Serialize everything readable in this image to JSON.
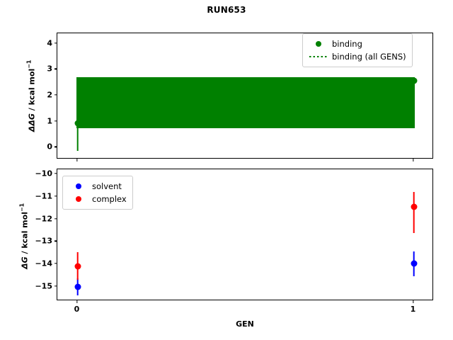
{
  "title": "RUN653",
  "colors": {
    "binding": "#008000",
    "solvent": "#0000ff",
    "complex": "#ff0000",
    "axis": "#000000",
    "background": "#ffffff"
  },
  "xaxis": {
    "label": "GEN",
    "ticks": [
      "0",
      "1"
    ],
    "tick_values": [
      0,
      1
    ],
    "range": [
      -0.06,
      1.06
    ]
  },
  "top_plot": {
    "ylabel_prefix": "",
    "ylabel_symbol": "ΔΔG",
    "ylabel_units": " / kcal mol",
    "ylabel_exponent": "−1",
    "ylabel_full": "ΔΔG / kcal mol⁻¹",
    "yticks": [
      "0",
      "1",
      "2",
      "3",
      "4"
    ],
    "ytick_values": [
      0,
      1,
      2,
      3,
      4
    ],
    "ylim": [
      -0.45,
      4.4
    ],
    "legend": {
      "position": "upper right",
      "entries": [
        {
          "label": "binding",
          "marker": "circle",
          "color": "#008000"
        },
        {
          "label": "binding (all GENS)",
          "marker": "dotted-line",
          "color": "#008000"
        }
      ]
    }
  },
  "bottom_plot": {
    "ylabel_symbol": "ΔG",
    "ylabel_units": " / kcal mol",
    "ylabel_exponent": "−1",
    "ylabel_full": "ΔG / kcal mol⁻¹",
    "yticks": [
      "−10",
      "−11",
      "−12",
      "−13",
      "−14",
      "−15"
    ],
    "ytick_values": [
      -10,
      -11,
      -12,
      -13,
      -14,
      -15
    ],
    "ylim": [
      -15.63,
      -9.78
    ],
    "legend": {
      "position": "upper left",
      "entries": [
        {
          "label": "solvent",
          "marker": "circle",
          "color": "#0000ff"
        },
        {
          "label": "complex",
          "marker": "circle",
          "color": "#ff0000"
        }
      ]
    }
  },
  "chart_data": [
    {
      "type": "scatter",
      "id": "top",
      "title": "RUN653",
      "xlabel": "GEN",
      "ylabel": "ΔΔG / kcal mol⁻¹",
      "xlim": [
        -0.06,
        1.06
      ],
      "ylim": [
        -0.45,
        4.4
      ],
      "grid": false,
      "legend_position": "upper right",
      "series": [
        {
          "name": "binding",
          "color": "#008000",
          "style": "errorbar-marker",
          "x": [
            0,
            1
          ],
          "values": [
            0.93,
            2.58
          ],
          "yerr_low": [
            1.06,
            0.0
          ],
          "yerr_high": [
            0.0,
            0.0
          ]
        },
        {
          "name": "binding (all GENS)",
          "color": "#008000",
          "style": "dotted-vertical-band",
          "x_range": [
            0,
            1
          ],
          "y_min": 0.74,
          "y_max": 2.72,
          "note": "dense dotted vertical lines spanning the full x range, forming a filled band"
        }
      ]
    },
    {
      "type": "scatter",
      "id": "bottom",
      "xlabel": "GEN",
      "ylabel": "ΔG / kcal mol⁻¹",
      "xlim": [
        -0.06,
        1.06
      ],
      "ylim": [
        -15.63,
        -9.78
      ],
      "grid": false,
      "legend_position": "upper left",
      "series": [
        {
          "name": "solvent",
          "color": "#0000ff",
          "style": "errorbar-marker",
          "x": [
            0,
            1
          ],
          "values": [
            -15.0,
            -13.97
          ],
          "yerr_low": [
            0.37,
            0.55
          ],
          "yerr_high": [
            0.37,
            0.55
          ]
        },
        {
          "name": "complex",
          "color": "#ff0000",
          "style": "errorbar-marker",
          "x": [
            0,
            1
          ],
          "values": [
            -14.08,
            -11.46
          ],
          "yerr_low": [
            0.62,
            1.16
          ],
          "yerr_high": [
            0.62,
            0.68
          ]
        }
      ]
    }
  ]
}
